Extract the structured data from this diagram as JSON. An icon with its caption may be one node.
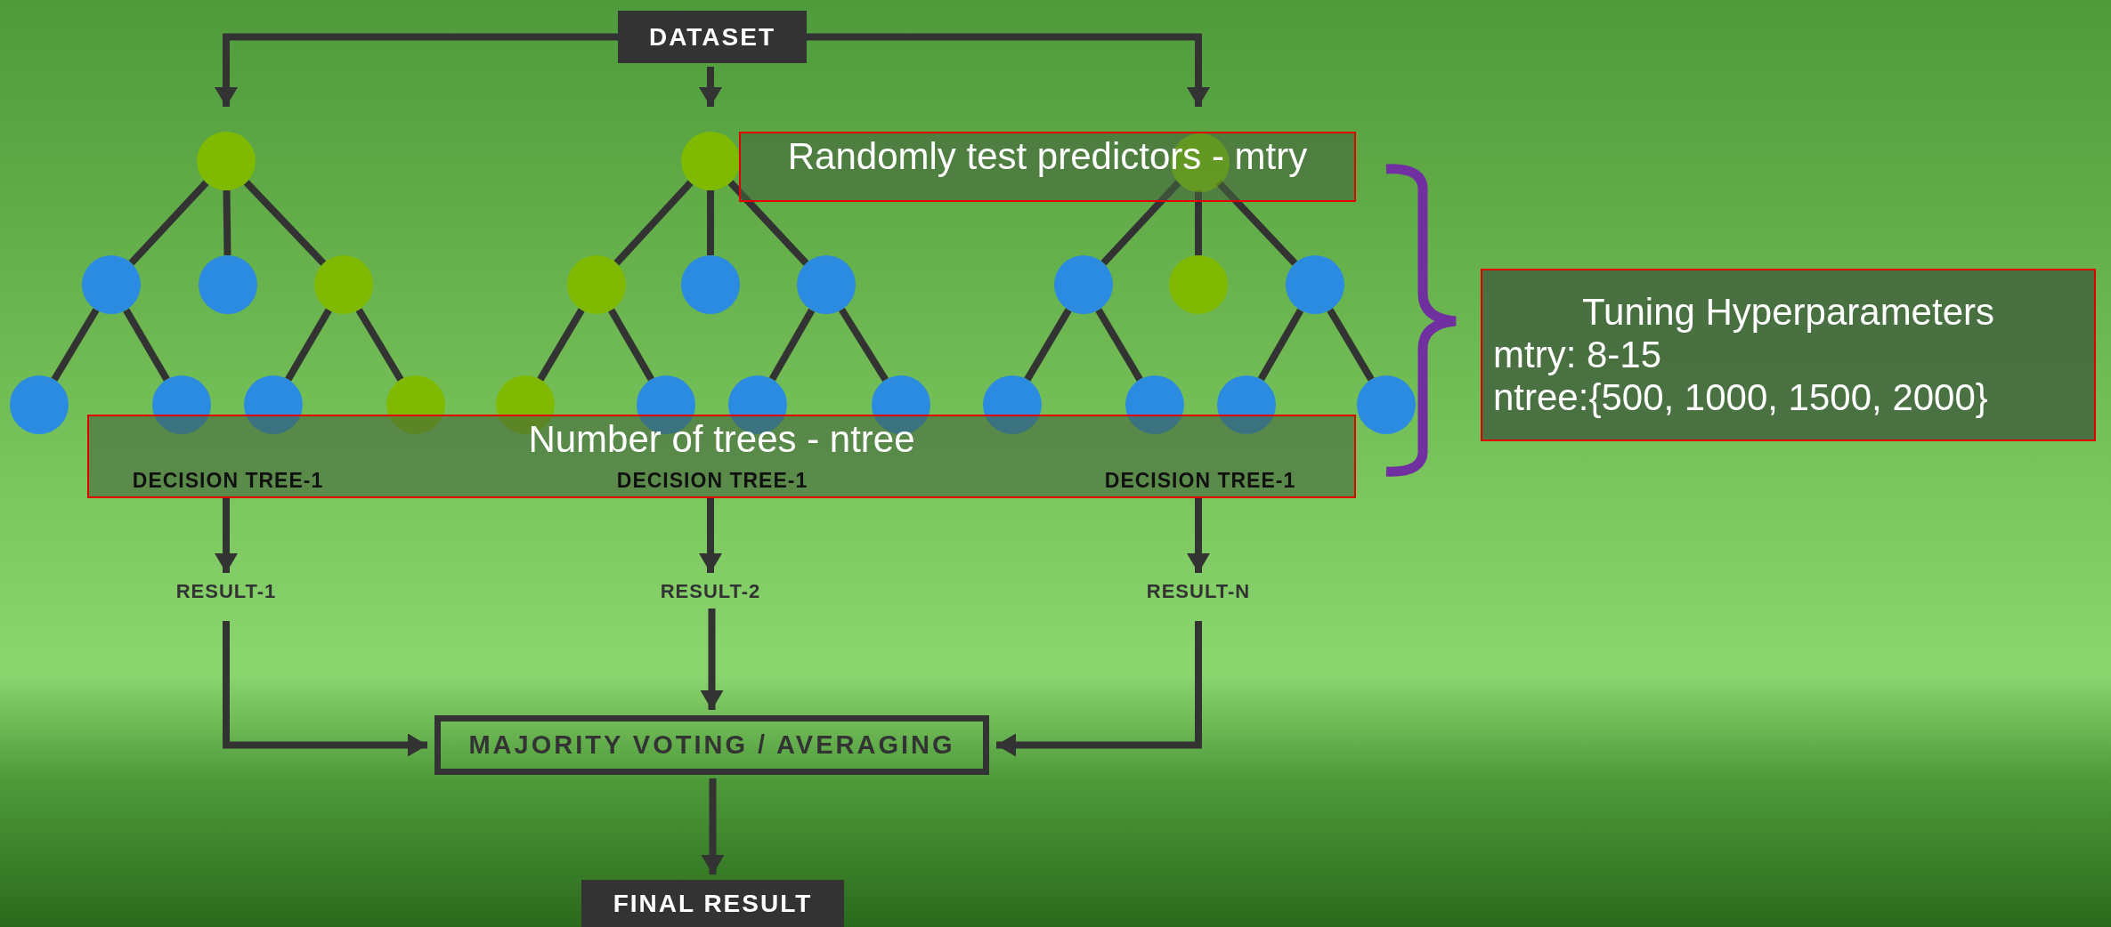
{
  "diagram": {
    "nodes": [
      {
        "text": [
          "DATASET"
        ]
      },
      {
        "text": [],
        "shape": "circle"
      },
      {
        "text": [],
        "shape": "circle"
      },
      {
        "text": [],
        "shape": "circle"
      },
      {
        "text": [],
        "shape": "circle"
      },
      {
        "text": [],
        "shape": "circle"
      },
      {
        "text": [],
        "shape": "circle"
      },
      {
        "text": [],
        "shape": "circle"
      },
      {
        "text": [],
        "shape": "circle"
      },
      {
        "text": [],
        "shape": "circle"
      },
      {
        "text": [],
        "shape": "circle"
      },
      {
        "text": [],
        "shape": "circle"
      },
      {
        "text": [],
        "shape": "circle"
      },
      {
        "text": [],
        "shape": "circle"
      },
      {
        "text": [],
        "shape": "circle"
      },
      {
        "text": [],
        "shape": "circle"
      },
      {
        "text": [],
        "shape": "circle"
      },
      {
        "text": [],
        "shape": "circle",
        "in": 25
      },
      {
        "text": [],
        "shape": "circle"
      },
      {
        "text": [],
        "shape": "circle"
      },
      {
        "text": [],
        "shape": "circle"
      },
      {
        "text": [],
        "shape": "circle"
      },
      {
        "text": [],
        "shape": "circle"
      },
      {
        "text": [],
        "shape": "circle"
      },
      {
        "text": [],
        "shape": "circle"
      },
      {
        "text": [
          "Randomly test predictors - mtry"
        ]
      },
      {
        "text": [
          "Tuning Hyperparameters",
          "mtry: 8-15",
          "ntree:{500, 1000, 1500, 2000}"
        ]
      },
      {
        "text": [
          "Number of trees - ntree"
        ]
      },
      {
        "text": [
          "DECISION TREE-1"
        ],
        "in": 27
      },
      {
        "text": [
          "DECISION TREE-1"
        ],
        "in": 27
      },
      {
        "text": [
          "DECISION TREE-1"
        ],
        "in": 27
      },
      {
        "text": [
          "RESULT-1"
        ]
      },
      {
        "text": [
          "RESULT-2"
        ]
      },
      {
        "text": [
          "RESULT-N"
        ]
      },
      {
        "text": [
          "MAJORITY VOTING / AVERAGING"
        ]
      },
      {
        "text": [
          "FINAL RESULT"
        ]
      }
    ],
    "edges": [
      {
        "from": 0,
        "to": 1,
        "arrow": "to"
      },
      {
        "from": 0,
        "to": 9,
        "arrow": "to"
      },
      {
        "from": 0,
        "to": 17,
        "arrow": "to"
      },
      {
        "from": 1,
        "to": 2,
        "arrow": "none"
      },
      {
        "from": 1,
        "to": 3,
        "arrow": "none"
      },
      {
        "from": 1,
        "to": 4,
        "arrow": "none"
      },
      {
        "from": 2,
        "to": 5,
        "arrow": "none"
      },
      {
        "from": 2,
        "to": 6,
        "arrow": "none"
      },
      {
        "from": 4,
        "to": 7,
        "arrow": "none"
      },
      {
        "from": 4,
        "to": 8,
        "arrow": "none"
      },
      {
        "from": 9,
        "to": 10,
        "arrow": "none"
      },
      {
        "from": 9,
        "to": 11,
        "arrow": "none"
      },
      {
        "from": 9,
        "to": 12,
        "arrow": "none"
      },
      {
        "from": 10,
        "to": 13,
        "arrow": "none"
      },
      {
        "from": 10,
        "to": 14,
        "arrow": "none"
      },
      {
        "from": 12,
        "to": 15,
        "arrow": "none"
      },
      {
        "from": 12,
        "to": 16,
        "arrow": "none"
      },
      {
        "from": 17,
        "to": 18,
        "arrow": "none"
      },
      {
        "from": 17,
        "to": 19,
        "arrow": "none"
      },
      {
        "from": 17,
        "to": 20,
        "arrow": "none"
      },
      {
        "from": 18,
        "to": 21,
        "arrow": "none"
      },
      {
        "from": 18,
        "to": 22,
        "arrow": "none"
      },
      {
        "from": 20,
        "to": 23,
        "arrow": "none"
      },
      {
        "from": 20,
        "to": 24,
        "arrow": "none"
      },
      {
        "from": 28,
        "to": 31,
        "arrow": "to"
      },
      {
        "from": 29,
        "to": 32,
        "arrow": "to"
      },
      {
        "from": 30,
        "to": 33,
        "arrow": "to"
      },
      {
        "from": 31,
        "to": 34,
        "arrow": "to"
      },
      {
        "from": 32,
        "to": 34,
        "arrow": "to"
      },
      {
        "from": 33,
        "to": 34,
        "arrow": "to"
      },
      {
        "from": 34,
        "to": 35,
        "arrow": "to"
      }
    ]
  }
}
